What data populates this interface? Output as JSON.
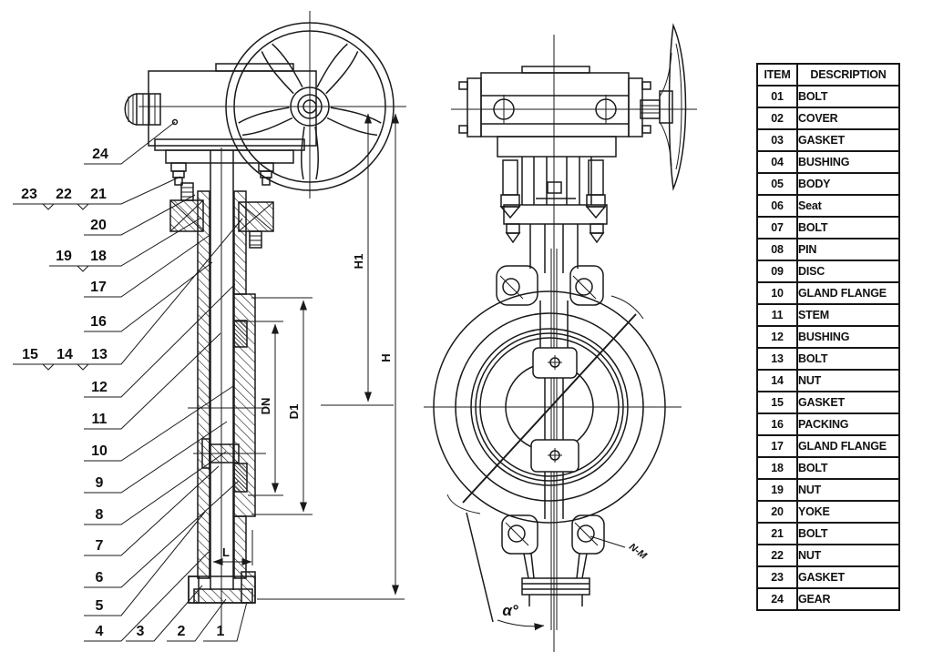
{
  "parts_table": {
    "headers": {
      "item": "ITEM",
      "description": "DESCRIPTION"
    },
    "rows": [
      {
        "item": "01",
        "description": "BOLT"
      },
      {
        "item": "02",
        "description": "COVER"
      },
      {
        "item": "03",
        "description": "GASKET"
      },
      {
        "item": "04",
        "description": "BUSHING"
      },
      {
        "item": "05",
        "description": "BODY"
      },
      {
        "item": "06",
        "description": "Seat"
      },
      {
        "item": "07",
        "description": "BOLT"
      },
      {
        "item": "08",
        "description": "PIN"
      },
      {
        "item": "09",
        "description": "DISC"
      },
      {
        "item": "10",
        "description": "GLAND FLANGE"
      },
      {
        "item": "11",
        "description": "STEM"
      },
      {
        "item": "12",
        "description": "BUSHING"
      },
      {
        "item": "13",
        "description": "BOLT"
      },
      {
        "item": "14",
        "description": "NUT"
      },
      {
        "item": "15",
        "description": "GASKET"
      },
      {
        "item": "16",
        "description": "PACKING"
      },
      {
        "item": "17",
        "description": "GLAND FLANGE"
      },
      {
        "item": "18",
        "description": "BOLT"
      },
      {
        "item": "19",
        "description": "NUT"
      },
      {
        "item": "20",
        "description": "YOKE"
      },
      {
        "item": "21",
        "description": "BOLT"
      },
      {
        "item": "22",
        "description": "NUT"
      },
      {
        "item": "23",
        "description": "GASKET"
      },
      {
        "item": "24",
        "description": "GEAR"
      }
    ]
  },
  "callouts": {
    "c1": "1",
    "c2": "2",
    "c3": "3",
    "c4": "4",
    "c5": "5",
    "c6": "6",
    "c7": "7",
    "c8": "8",
    "c9": "9",
    "c10": "10",
    "c11": "11",
    "c12": "12",
    "c13": "13",
    "c14": "14",
    "c15": "15",
    "c16": "16",
    "c17": "17",
    "c18": "18",
    "c19": "19",
    "c20": "20",
    "c21": "21",
    "c22": "22",
    "c23": "23",
    "c24": "24"
  },
  "dimensions": {
    "height_total": "H",
    "height_upper": "H1",
    "diameter_outer": "D1",
    "diameter_nominal": "DN",
    "hub_length": "L",
    "open_angle": "α°",
    "bolt_holes": "N-M"
  },
  "colors": {
    "line": "#1a1a1a",
    "background": "#ffffff"
  }
}
